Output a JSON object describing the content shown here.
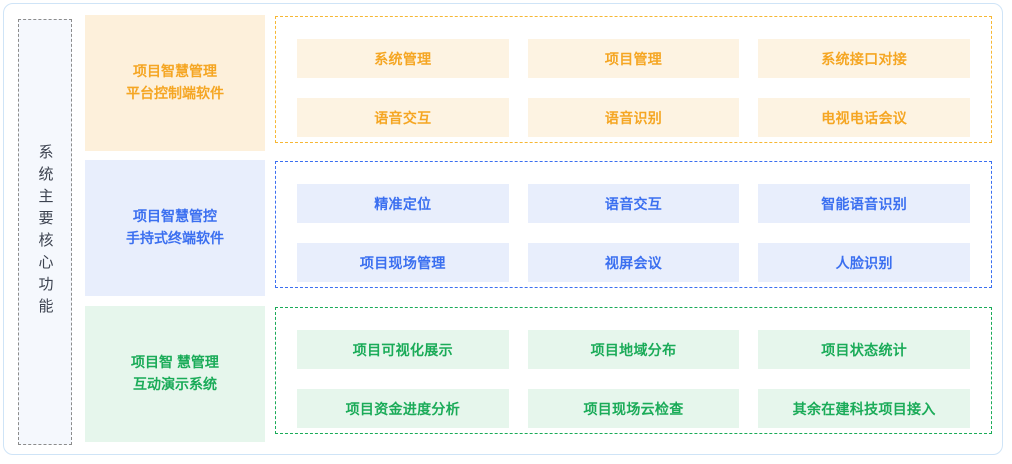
{
  "frame": {
    "border_color": "#cfe4f7"
  },
  "sidebar": {
    "label": "系统主要核心功能",
    "border_color": "#8c8c8c",
    "background": "#f5f8fd",
    "text_color": "#3d4350"
  },
  "sections": [
    {
      "id": "platform-control",
      "category_label": "项目智慧管理\n平台控制端软件",
      "accent_color": "#f5a623",
      "block_background": "#fdf0db",
      "tile_background": "#fdf3e2",
      "tiles": [
        "系统管理",
        "项目管理",
        "系统接口对接",
        "语音交互",
        "语音识别",
        "电视电话会议"
      ]
    },
    {
      "id": "handheld-terminal",
      "category_label": "项目智慧管控\n手持式终端软件",
      "accent_color": "#3b6ff0",
      "block_background": "#e8eefc",
      "tile_background": "#e8eefc",
      "tiles": [
        "精准定位",
        "语音交互",
        "智能语音识别",
        "项目现场管理",
        "视屏会议",
        "人脸识别"
      ]
    },
    {
      "id": "interactive-presentation",
      "category_label": "项目智 慧管理\n互动演示系统",
      "accent_color": "#1aab58",
      "block_background": "#e6f6ec",
      "tile_background": "#e6f6ec",
      "tiles": [
        "项目可视化展示",
        "项目地域分布",
        "项目状态统计",
        "项目资金进度分析",
        "项目现场云检查",
        "其余在建科技项目接入"
      ]
    }
  ]
}
